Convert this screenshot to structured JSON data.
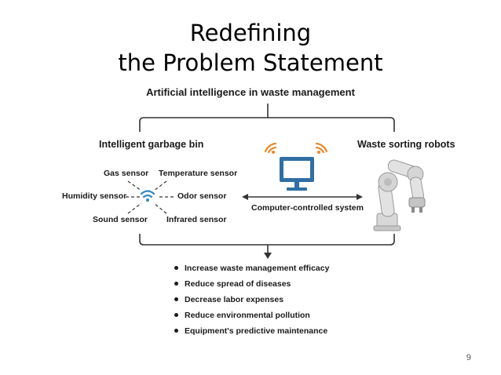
{
  "slide": {
    "title_line1": "Redefining",
    "title_line2": "the Problem Statement",
    "page_number": "9"
  },
  "diagram": {
    "main_heading": "Artificial intelligence in waste management",
    "left_heading": "Intelligent garbage bin",
    "right_heading": "Waste sorting robots",
    "center_caption": "Computer-controlled system",
    "sensors": {
      "gas": "Gas sensor",
      "temperature": "Temperature sensor",
      "humidity": "Humidity sensor",
      "odor": "Odor sensor",
      "sound": "Sound sensor",
      "infrared": "Infrared sensor"
    },
    "benefits": [
      "Increase waste management efficacy",
      "Reduce spread of diseases",
      "Decrease labor expenses",
      "Reduce environmental pollution",
      "Equipment's predictive maintenance"
    ],
    "colors": {
      "monitor": "#2f6fa3",
      "wifi_signal": "#e8892b",
      "sensor_wifi": "#2e86c1",
      "robot": "#d5d5d5",
      "lines": "#333333"
    }
  }
}
